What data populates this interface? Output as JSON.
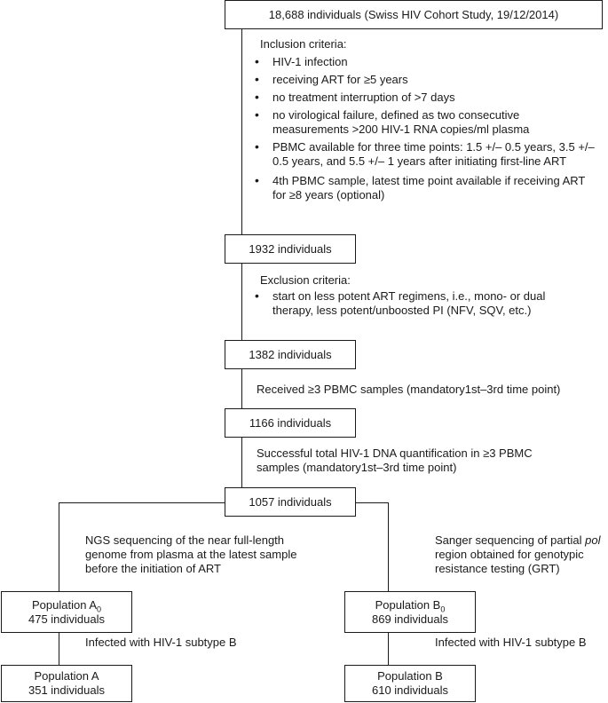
{
  "boxes": {
    "root": "18,688 individuals (Swiss HIV Cohort Study, 19/12/2014)",
    "after_inclusion": "1932 individuals",
    "after_exclusion": "1382 individuals",
    "after_pbmc": "1166 individuals",
    "after_dna": "1057 individuals",
    "pop_a0_name": "Population A",
    "pop_a0_sub": "0",
    "pop_a0_count": "475 individuals",
    "pop_b0_name": "Population B",
    "pop_b0_sub": "0",
    "pop_b0_count": "869 individuals",
    "pop_a_name": "Population A",
    "pop_a_count": "351 individuals",
    "pop_b_name": "Population B",
    "pop_b_count": "610 individuals"
  },
  "inclusion": {
    "title": "Inclusion criteria:",
    "items": [
      "HIV-1 infection",
      "receiving ART for ≥5 years",
      "no treatment interruption of >7 days",
      "no virological failure, defined as two consecutive measurements >200 HIV-1 RNA copies/ml plasma",
      "PBMC available for three time points: 1.5 +/– 0.5 years, 3.5 +/– 0.5 years, and 5.5 +/– 1 years after initiating first-line ART",
      "4th PBMC sample, latest time point available if receiving ART for ≥8 years (optional)"
    ]
  },
  "exclusion": {
    "title": "Exclusion criteria:",
    "items": [
      "start on less potent ART regimens, i.e., mono- or dual therapy, less potent/unboosted PI (NFV, SQV, etc.)"
    ]
  },
  "steps": {
    "pbmc": "Received ≥3 PBMC samples (mandatory1st–3rd time point)",
    "dna": "Successful total HIV-1 DNA quantification in ≥3 PBMC samples (mandatory1st–3rd time point)",
    "ngs": "NGS sequencing of the near full-length genome from plasma at the latest sample before the initiation of ART",
    "sanger_pre": "Sanger sequencing of partial ",
    "sanger_gene": "pol",
    "sanger_post": " region obtained for genotypic resistance testing (GRT)",
    "subtype_a": "Infected with HIV-1 subtype B",
    "subtype_b": "Infected with HIV-1 subtype B"
  },
  "bullet_symbol": "•"
}
